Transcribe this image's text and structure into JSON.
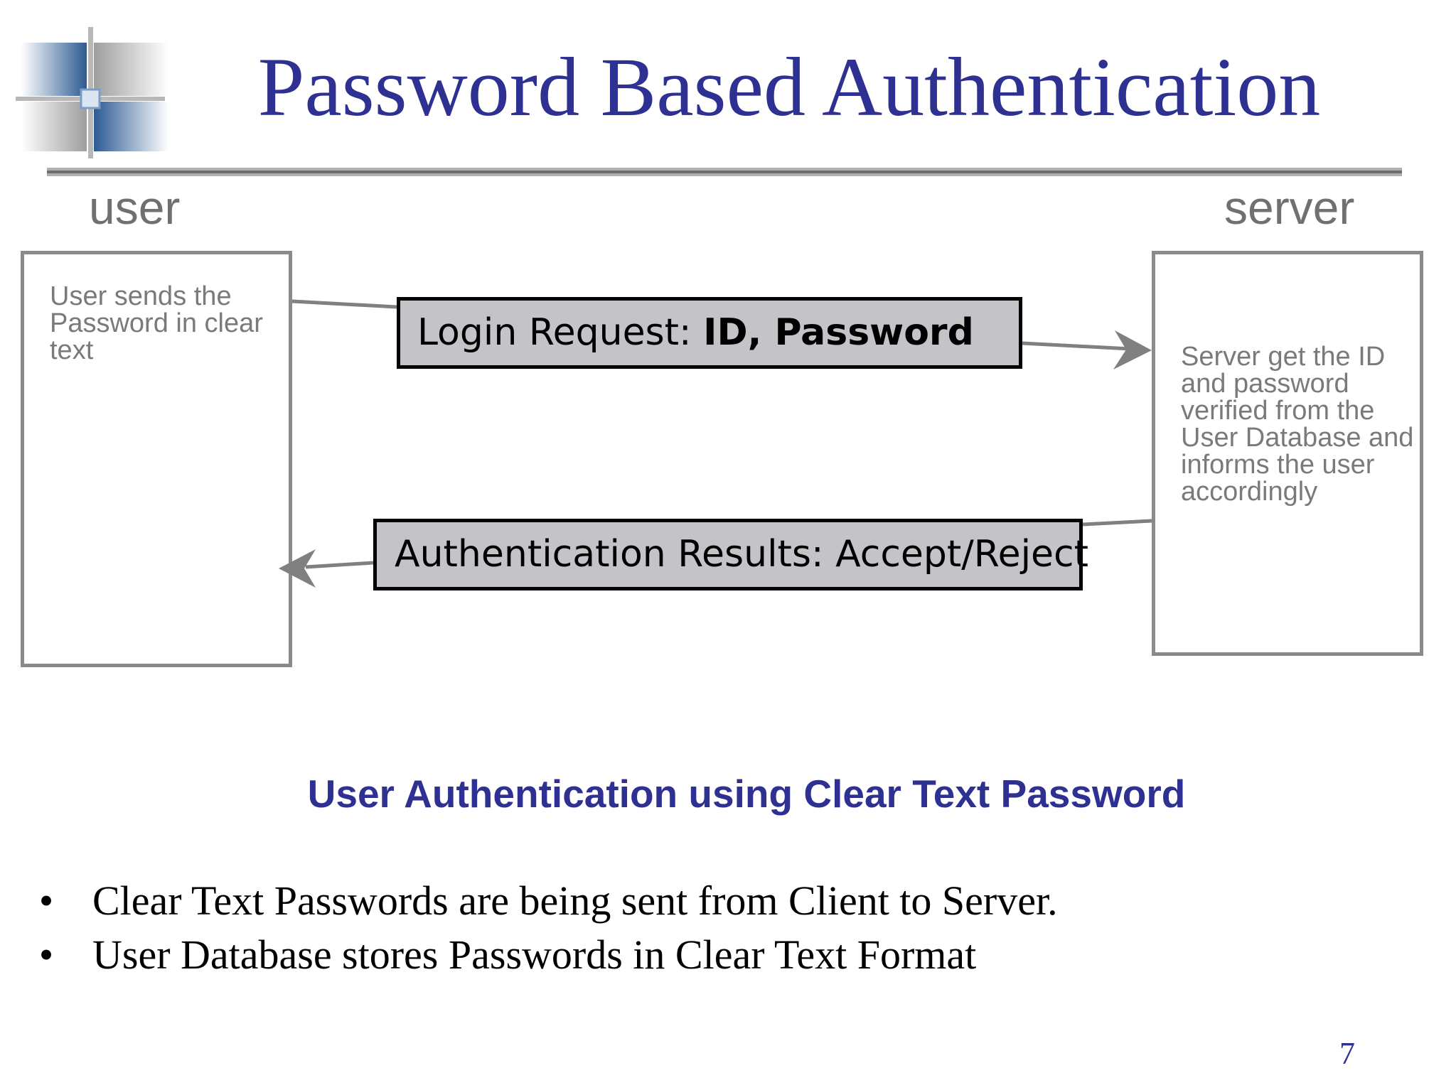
{
  "slide": {
    "title": "Password Based Authentication",
    "page_number": "7"
  },
  "diagram": {
    "user_label": "user",
    "server_label": "server",
    "user_box_text": "User sends the Password in clear text",
    "server_box_text": "Server get the ID and password verified from the User Database and informs the user accordingly",
    "login_message": {
      "prefix": "Login Request: ",
      "emphasis": "ID, Password"
    },
    "auth_message": "Authentication Results: Accept/Reject",
    "caption": "User Authentication using Clear Text Password"
  },
  "bullets": [
    "Clear Text Passwords are being sent from Client to Server.",
    "User Database stores Passwords in Clear Text Format"
  ],
  "colors": {
    "title": "#2e3192",
    "box_border": "#8a8a8a",
    "message_fill": "#c4c3c8",
    "arrow": "#808080"
  }
}
